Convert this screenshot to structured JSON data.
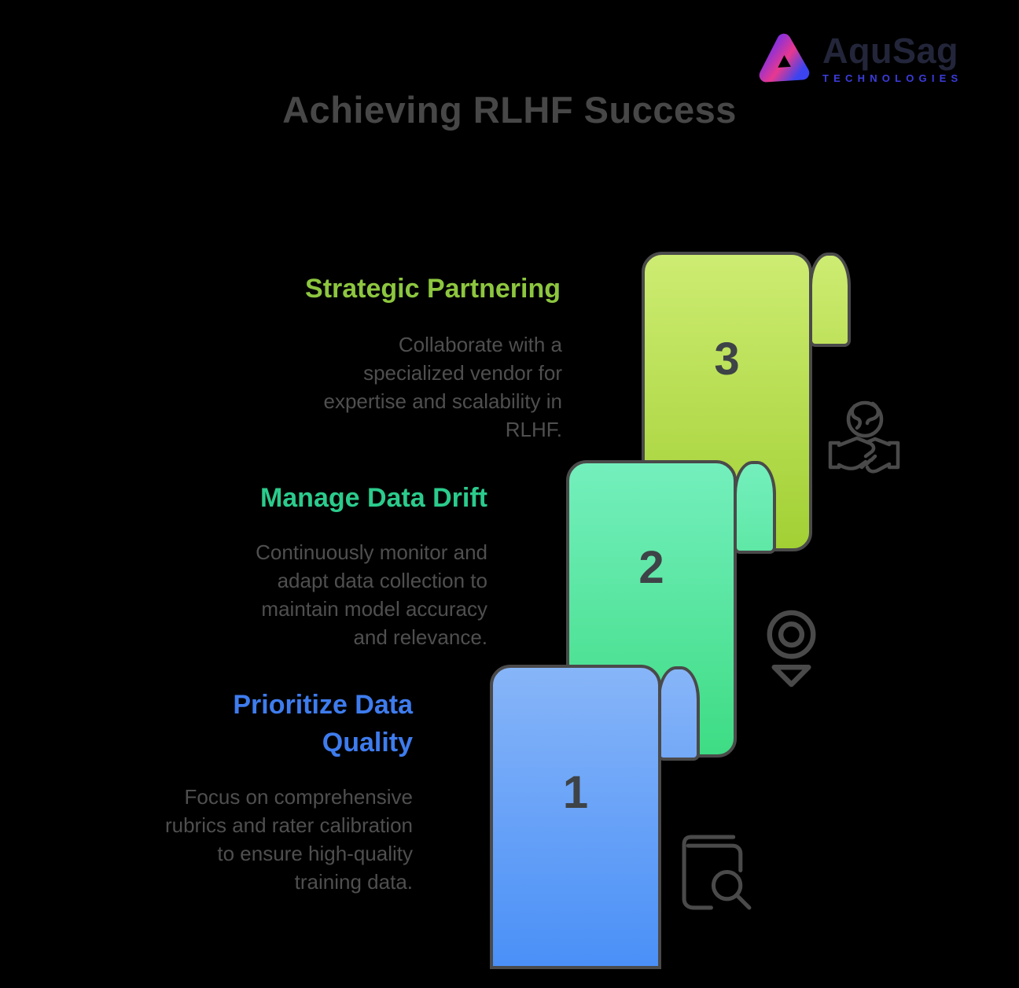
{
  "background_color": "#000000",
  "logo": {
    "brand": "AquSag",
    "tagline": "TECHNOLOGIES",
    "brand_color": "#23263a",
    "tagline_color": "#3c3cdd",
    "mark_colors": [
      "#6d2ef0",
      "#e8388f",
      "#3b44f0"
    ]
  },
  "title": {
    "text": "Achieving RLHF Success",
    "color": "#474747"
  },
  "steps": [
    {
      "number": "1",
      "heading_lines": [
        "Prioritize Data",
        "Quality"
      ],
      "heading_color": "#3e7cee",
      "body_lines": [
        "Focus on comprehensive",
        "rubrics and rater calibration",
        "to ensure high-quality",
        "training data."
      ],
      "face_gradient": [
        "#87b5f8",
        "#4a90f7"
      ],
      "strip_gradient": [
        "#87b5f8",
        "#74a9f7"
      ],
      "icon": "book-search-icon"
    },
    {
      "number": "2",
      "heading_lines": [
        "Manage Data Drift"
      ],
      "heading_color": "#2bcb8c",
      "body_lines": [
        "Continuously monitor and",
        "adapt data collection to",
        "maintain model accuracy",
        "and relevance."
      ],
      "face_gradient": [
        "#74efbd",
        "#3edc84"
      ],
      "strip_gradient": [
        "#74efbd",
        "#5fe8a6"
      ],
      "icon": "location-pin-icon"
    },
    {
      "number": "3",
      "heading_lines": [
        "Strategic Partnering"
      ],
      "heading_color": "#8dc63f",
      "body_lines": [
        "Collaborate with a",
        "specialized vendor for",
        "expertise and scalability in",
        "RLHF."
      ],
      "face_gradient": [
        "#cdec72",
        "#a2d034"
      ],
      "strip_gradient": [
        "#cdec72",
        "#bfe25c"
      ],
      "icon": "handshake-globe-icon"
    }
  ],
  "ribbon": {
    "border_color": "#4a4a4a",
    "number_color": "#3e4347"
  },
  "body_text_color": "#4f4f4f",
  "icon_stroke_color": "#4a4a4a"
}
